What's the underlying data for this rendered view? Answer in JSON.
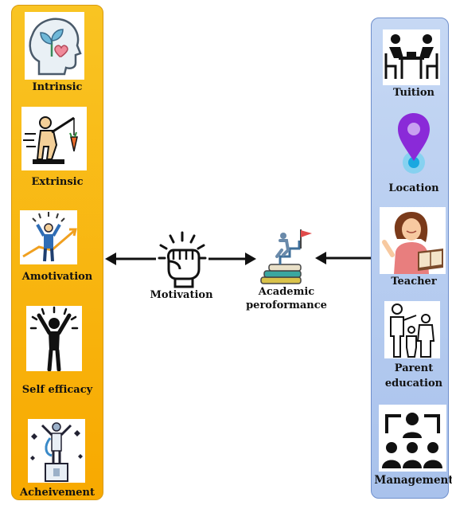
{
  "left_factors": {
    "intrinsic": "Intrinsic",
    "extrinsic": "Extrinsic",
    "amotivation": "Amotivation",
    "self_efficacy": "Self efficacy",
    "acheivement": "Acheivement"
  },
  "right_factors": {
    "tuition": "Tuition",
    "location": "Location",
    "teacher": "Teacher",
    "parent_line1": "Parent",
    "parent_line2": "education",
    "management": "Management"
  },
  "center": {
    "motivation": "Motivation",
    "academic_line1": "Academic",
    "academic_line2": "peroformance"
  },
  "colors": {
    "left_panel": "#f8b614",
    "right_panel": "#b8cdf0",
    "arrow": "#111111"
  }
}
